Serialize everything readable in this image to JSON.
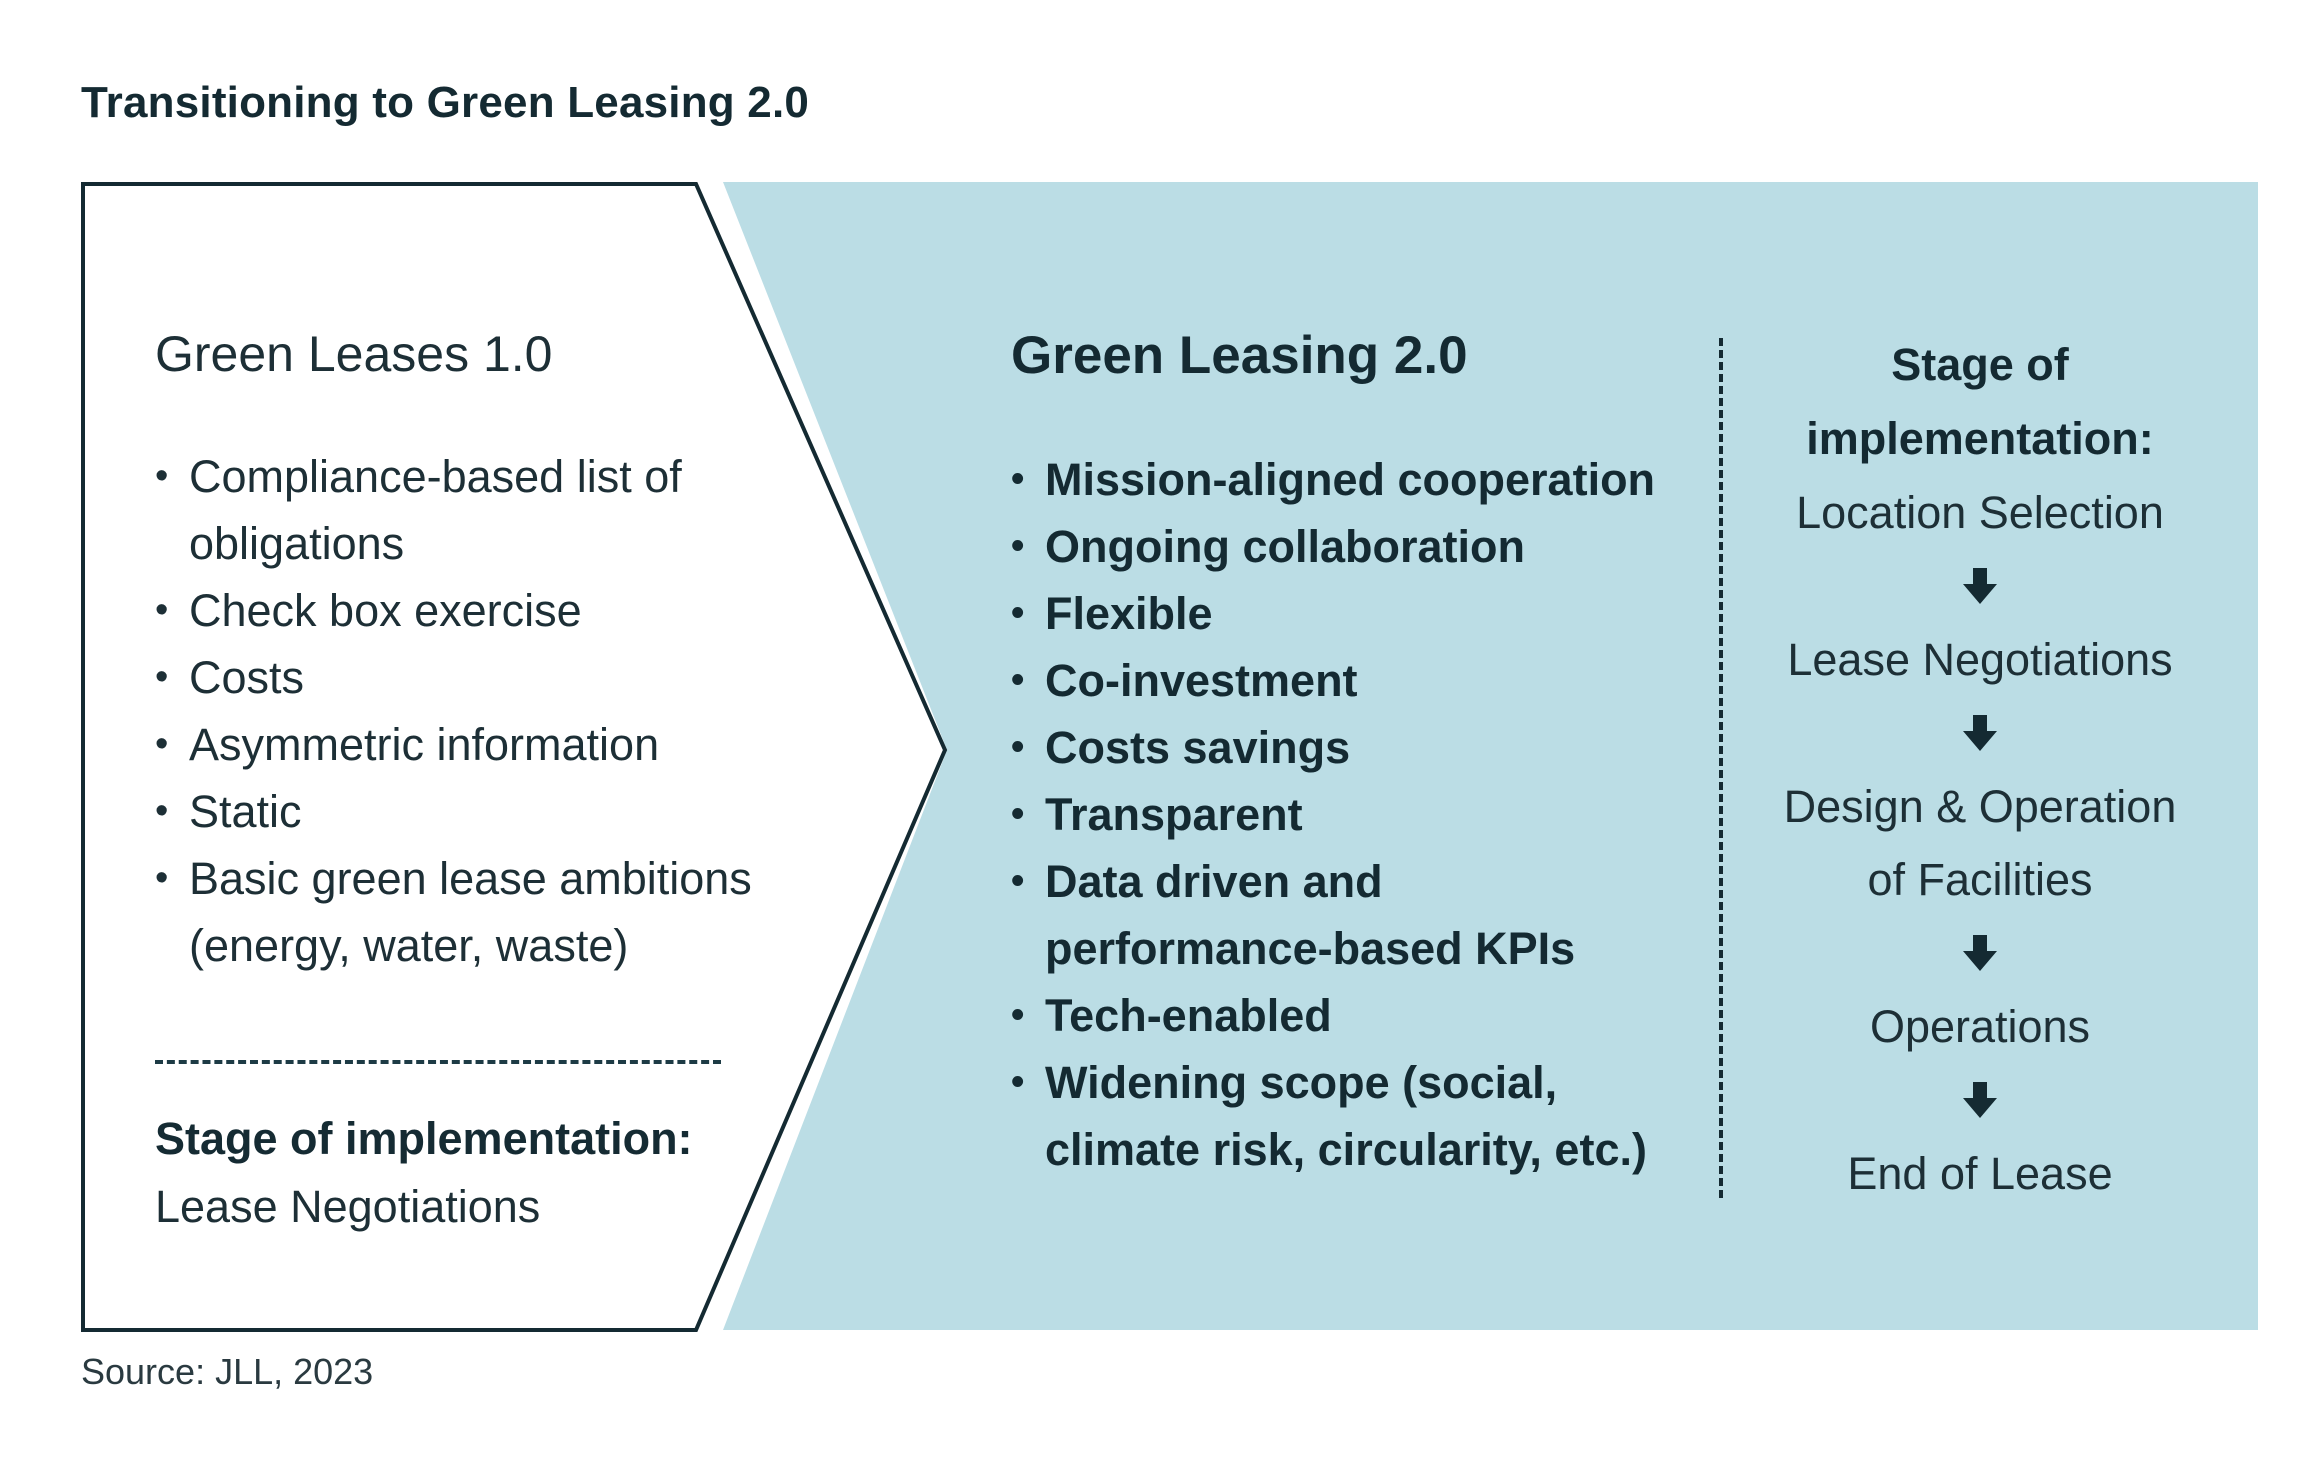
{
  "title": "Transitioning to Green Leasing 2.0",
  "colors": {
    "dark": "#142a32",
    "panel": "#bbdde5",
    "background": "#ffffff"
  },
  "v1": {
    "heading": "Green Leases 1.0",
    "items": [
      "Compliance-based list of obligations",
      "Check box exercise",
      "Costs",
      "Asymmetric information",
      "Static",
      "Basic green lease ambitions (energy, water, waste)"
    ],
    "stage_label": "Stage of implementation:",
    "stage_value": "Lease Negotiations"
  },
  "v2": {
    "heading": "Green Leasing 2.0",
    "items": [
      "Mission-aligned cooperation",
      "Ongoing collaboration",
      "Flexible",
      "Co-investment",
      "Costs savings",
      "Transparent",
      "Data driven and performance-based KPIs",
      "Tech-enabled",
      "Widening scope (social, climate risk, circularity, etc.)"
    ],
    "stage_label": "Stage of implementation:",
    "stages": [
      "Location Selection",
      "Lease Negotiations",
      "Design & Operation of Facilities",
      "Operations",
      "End of Lease"
    ],
    "arrow_icon": "arrow-down-icon"
  },
  "source": "Source: JLL, 2023"
}
